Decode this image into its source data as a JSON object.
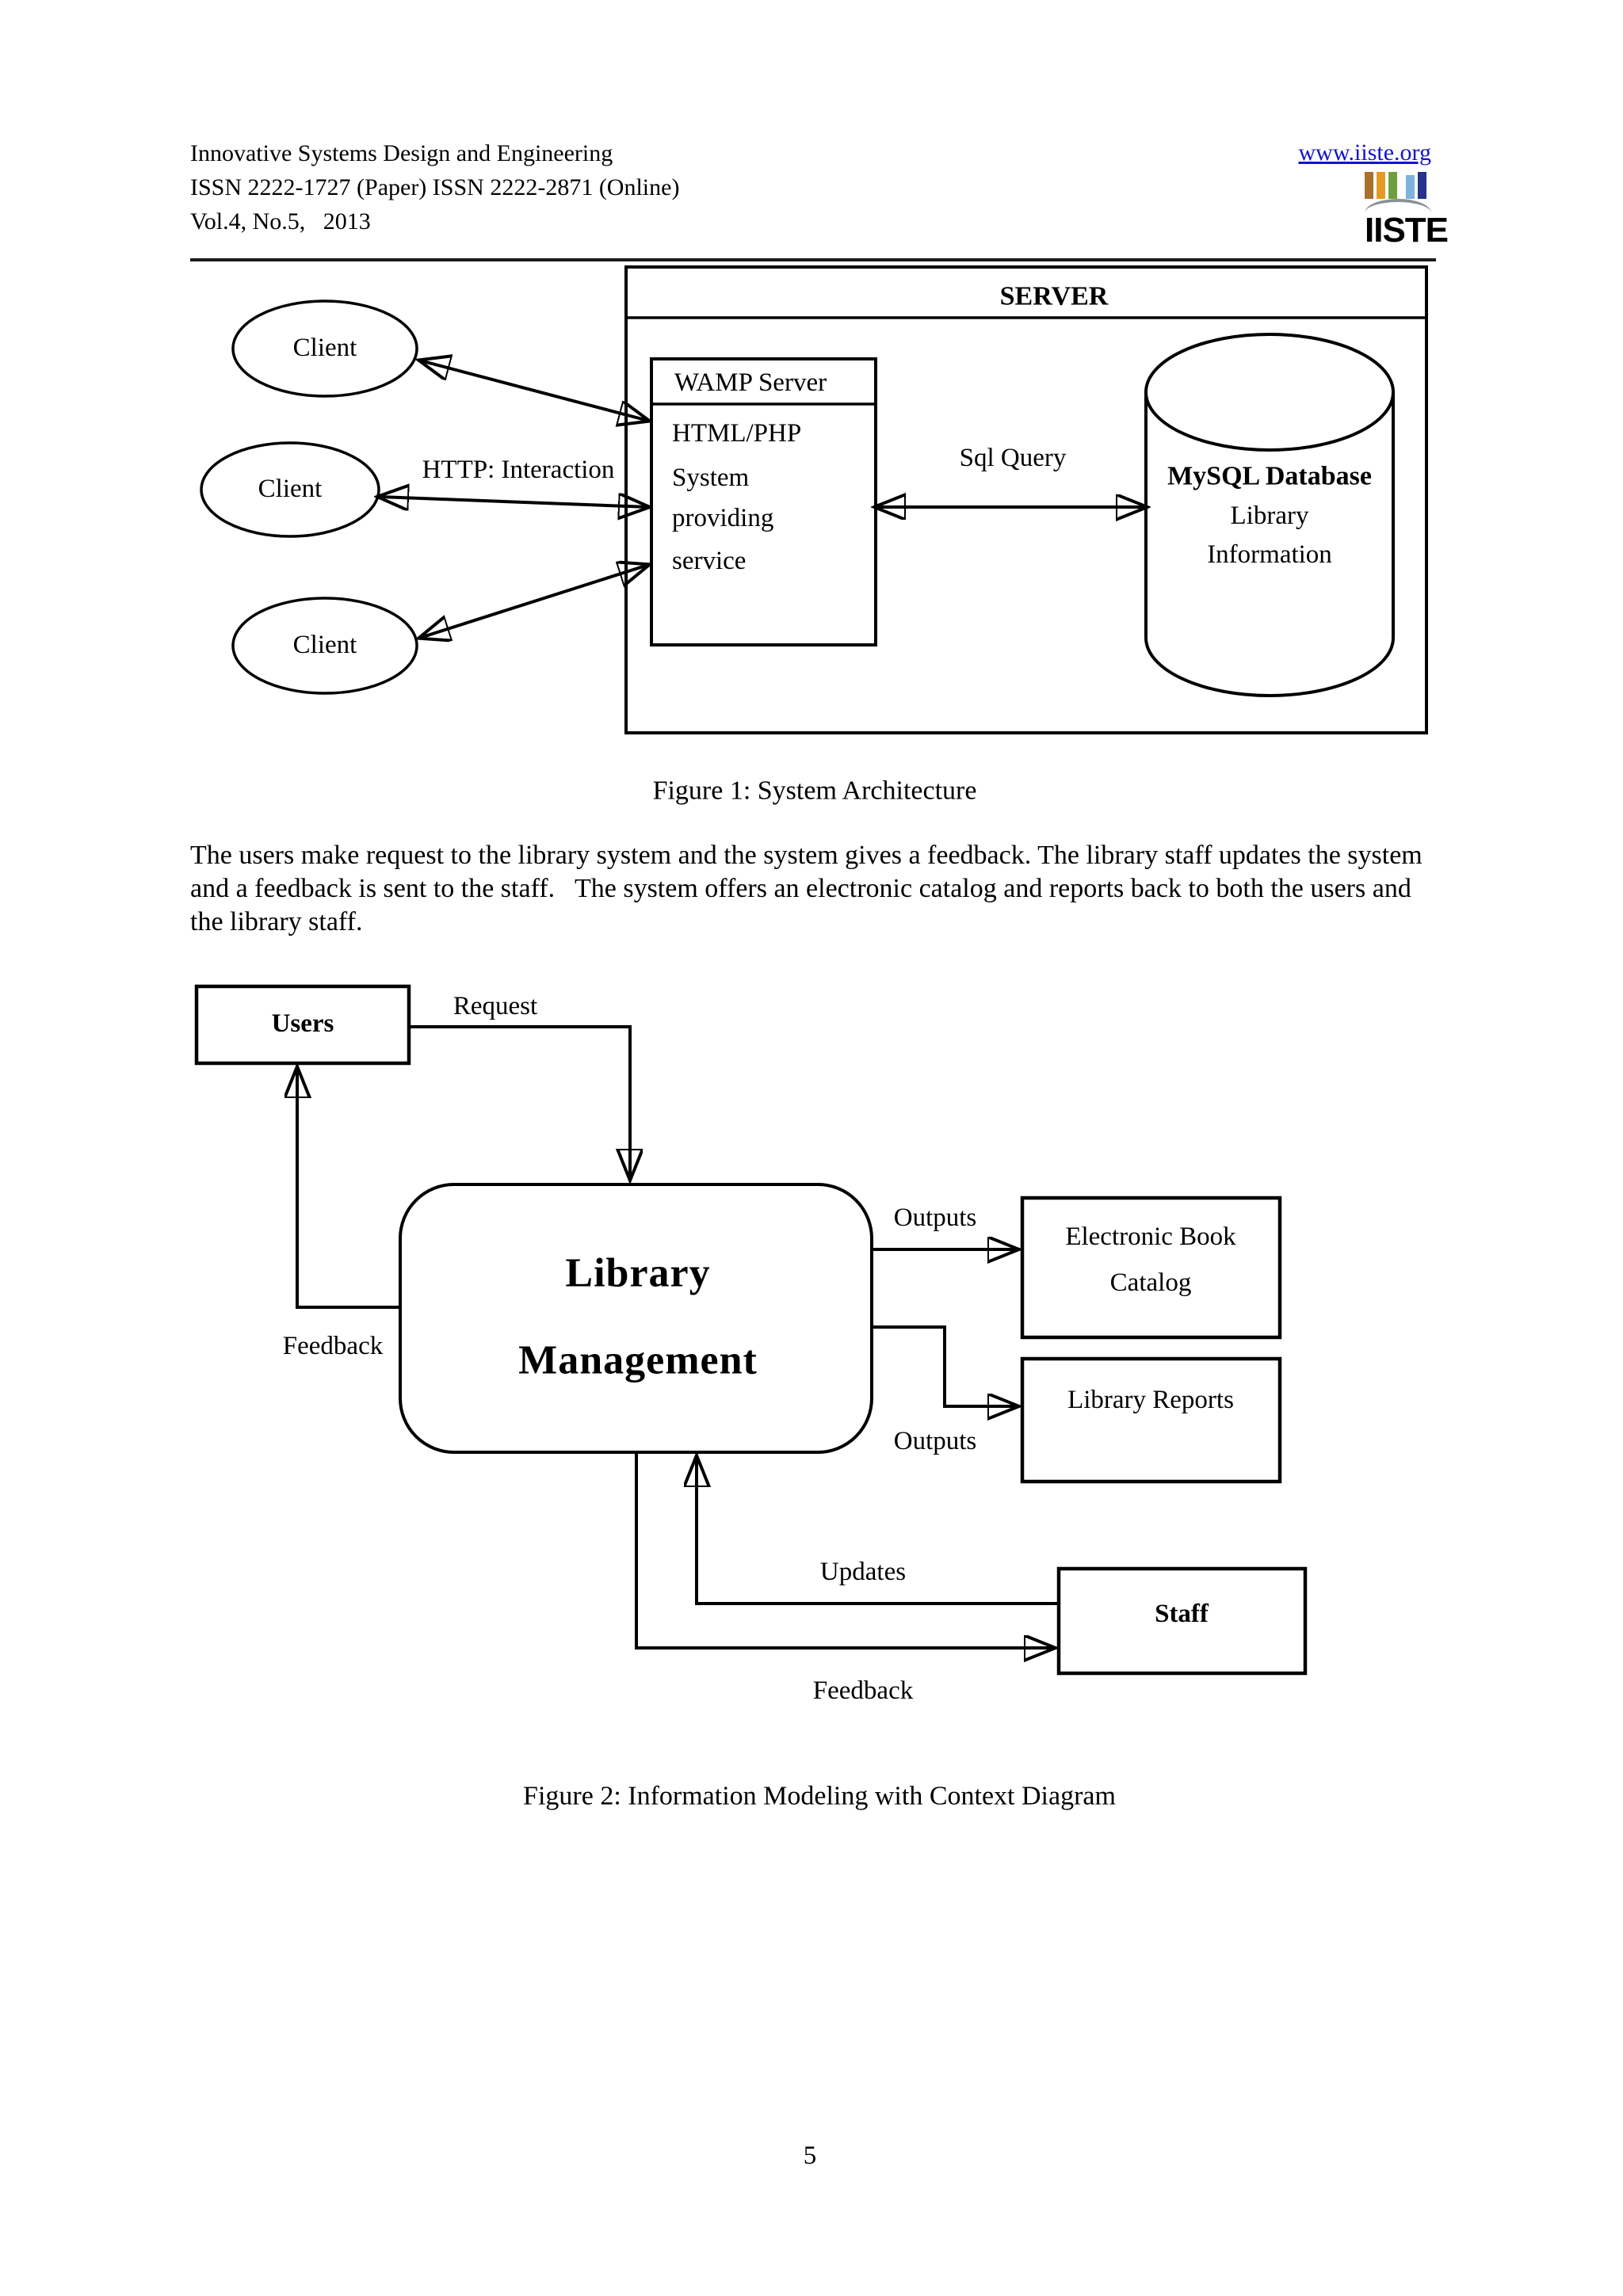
{
  "header": {
    "journal": "Innovative Systems Design and Engineering",
    "issn": "ISSN 2222-1727 (Paper) ISSN 2222-2871 (Online)",
    "volume": "Vol.4, No.5,   2013",
    "website": "www.iiste.org",
    "link_color": "#1414cc",
    "logo_text": "IISTE",
    "logo_bar_colors": [
      "#a96f2d",
      "#e39b21",
      "#6f9f3c",
      "#7fb2dc",
      "#26338c"
    ]
  },
  "figure1": {
    "caption": "Figure 1: System Architecture",
    "server_label": "SERVER",
    "clients": [
      "Client",
      "Client",
      "Client"
    ],
    "http_label": "HTTP: Interaction",
    "wamp": {
      "title": "WAMP Server",
      "lines": [
        "HTML/PHP",
        "System",
        "providing",
        "service"
      ]
    },
    "sql_label": "Sql Query",
    "database": {
      "title": "MySQL Database",
      "lines": [
        "Library",
        "Information"
      ]
    }
  },
  "paragraph": {
    "lines": [
      "The users make request to the library system and the system gives a feedback. The library staff updates the system",
      "and a feedback is sent to the staff.   The system offers an electronic catalog and reports back to both the users and",
      "the library staff."
    ]
  },
  "figure2": {
    "caption": "Figure 2: Information Modeling with Context Diagram",
    "users_label": "Users",
    "process_lines": [
      "Library",
      "Management"
    ],
    "request_label": "Request",
    "feedback_users_label": "Feedback",
    "outputs_top_label": "Outputs",
    "outputs_bottom_label": "Outputs",
    "updates_label": "Updates",
    "feedback_staff_label": "Feedback",
    "catalog_lines": [
      "Electronic Book",
      "Catalog"
    ],
    "reports_label": "Library Reports",
    "staff_label": "Staff"
  },
  "page_number": "5",
  "line_color": "#000000"
}
